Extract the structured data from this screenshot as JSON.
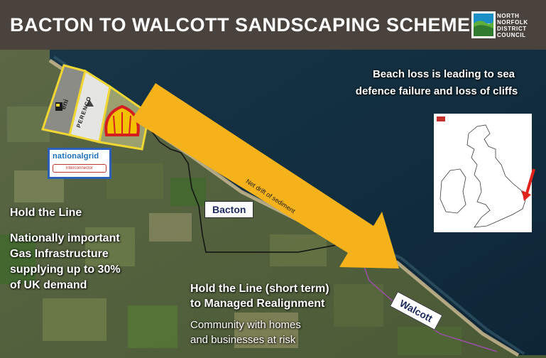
{
  "header": {
    "title": "BACTON TO WALCOTT SANDSCAPING SCHEME",
    "logo_lines": [
      "NORTH",
      "NORFOLK",
      "DISTRICT",
      "COUNCIL"
    ]
  },
  "annotations": {
    "beach_loss_line1": "Beach loss is leading to sea",
    "beach_loss_line2": "defence failure and loss of cliffs",
    "hold_the_line": "Hold the Line",
    "gas_line1": "Nationally important",
    "gas_line2": "Gas Infrastructure",
    "gas_line3": "supplying up to 30%",
    "gas_line4": "of UK demand",
    "short_term_line1": "Hold the Line (short term)",
    "short_term_line2": "to Managed Realignment",
    "community_line1": "Community with homes",
    "community_line2": "and businesses at risk"
  },
  "places": {
    "bacton": "Bacton",
    "walcott": "Walcott"
  },
  "arrow": {
    "label": "Net drift of sediment",
    "color": "#f5b21b"
  },
  "terminals": {
    "national_grid": "nationalgrid",
    "interconnector": "interconnector",
    "perenco": "PERENCO",
    "eni": "eni"
  },
  "colors": {
    "header_bg": "#4a423d",
    "sea": "#0f2a3d",
    "arrow": "#f5b21b",
    "eni_outline": "#f0d632",
    "national_grid_outline": "#2b5fb8",
    "walcott_outline": "#9b4fa6",
    "bacton_outline": "#111111",
    "inset_arrow": "#e0241b"
  }
}
